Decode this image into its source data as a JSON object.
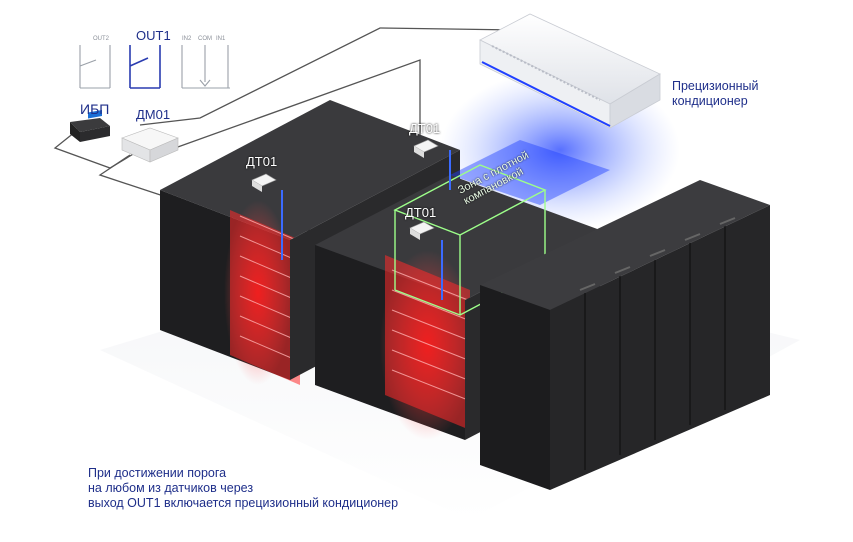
{
  "relay": {
    "out2": "OUT2",
    "out1": "OUT1",
    "in2": "IN2",
    "com": "COM",
    "in1": "IN1"
  },
  "devices": {
    "ups": "ИБП",
    "dm01": "ДМ01"
  },
  "sensors": {
    "left": "ДТ01",
    "top": "ДТ01",
    "middle": "ДТ01"
  },
  "zone": {
    "label": "Зона с плотной компановкой"
  },
  "ac": {
    "line1": "Прецизионный",
    "line2": "кондиционер"
  },
  "caption": {
    "line1": "При достижении порога",
    "line2": "на любом из датчиков через",
    "line3": "выход OUT1 включается прецизионный кондиционер"
  },
  "colors": {
    "label": "#1f2f8a",
    "heat": "#ff1a1a",
    "cold": "#1f3bff",
    "zone": "#9dff8a",
    "rack": "#2b2b2d"
  }
}
